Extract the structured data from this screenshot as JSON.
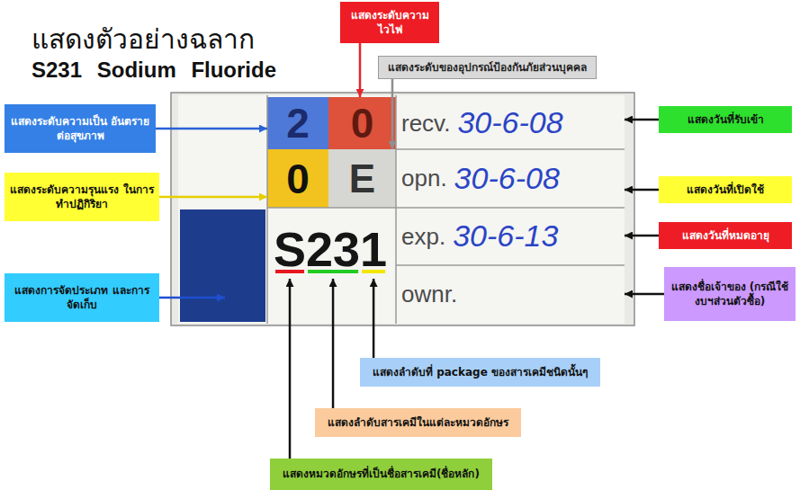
{
  "diagram": {
    "title": "แสดงตัวอย่างฉลาก",
    "nodes": [
      {
        "text": [
          "แสดงระดับความไวไฟ"
        ]
      },
      {
        "text": [
          "แสดงระดับของอุปกรณ์ป้องกันภัยส่วนบุคคล"
        ]
      },
      {
        "text": [
          "แสดงระดับความเป็น อันตรายต่อสุขภาพ"
        ]
      },
      {
        "text": [
          "2"
        ]
      },
      {
        "text": [
          "0"
        ]
      },
      {
        "text": [
          "recv.",
          "30-6-08"
        ]
      },
      {
        "text": [
          "แสดงวันที่รับเข้า"
        ]
      },
      {
        "text": [
          "แสดงระดับความรุนแรง ในการทำปฏิกิริยา"
        ]
      },
      {
        "text": [
          "0"
        ]
      },
      {
        "text": [
          "E"
        ]
      },
      {
        "text": [
          "opn.",
          "30-6-08"
        ]
      },
      {
        "text": [
          "แสดงวันที่เปิดใช้"
        ]
      },
      {
        "text": [
          "exp.",
          "30-6-13"
        ]
      },
      {
        "text": [
          "แสดงวันที่หมดอายุ"
        ]
      },
      {
        "text": [
          "แสดงการจัดประเภท และการจัดเก็บ"
        ]
      },
      {
        "text": [
          "S231"
        ]
      },
      {
        "text": [
          "ownr."
        ]
      },
      {
        "text": [
          "แสดงชื่อเจ้าของ (กรณีใช้งบฯส่วนตัวซื้อ)"
        ]
      },
      {
        "text": [
          "แสดงลำดับที่ package ของสารเคมีชนิดนั้นๆ"
        ]
      },
      {
        "text": [
          "แสดงลำดับสารเคมีในแต่ละหมวดอักษร"
        ]
      },
      {
        "text": [
          "แสดงหมวดอักษรที่เป็นชื่อสารเคมี(ชื่อหลัก)"
        ]
      }
    ],
    "edges": [
      {
        "from": 0,
        "to": 4,
        "arrow": "to"
      },
      {
        "from": 1,
        "to": 9,
        "arrow": "to"
      },
      {
        "from": 2,
        "to": 3,
        "arrow": "to"
      },
      {
        "from": 6,
        "to": 5,
        "arrow": "to"
      },
      {
        "from": 7,
        "to": 8,
        "arrow": "to"
      },
      {
        "from": 11,
        "to": 10,
        "arrow": "to"
      },
      {
        "from": 13,
        "to": 12,
        "arrow": "to"
      },
      {
        "from": 17,
        "to": 16,
        "arrow": "to"
      },
      {
        "from": 18,
        "to": 15,
        "arrow": "to"
      },
      {
        "from": 19,
        "to": 15,
        "arrow": "to"
      },
      {
        "from": 20,
        "to": 15,
        "arrow": "to"
      }
    ],
    "labels": [
      "S231 Sodium Fluoride"
    ]
  }
}
